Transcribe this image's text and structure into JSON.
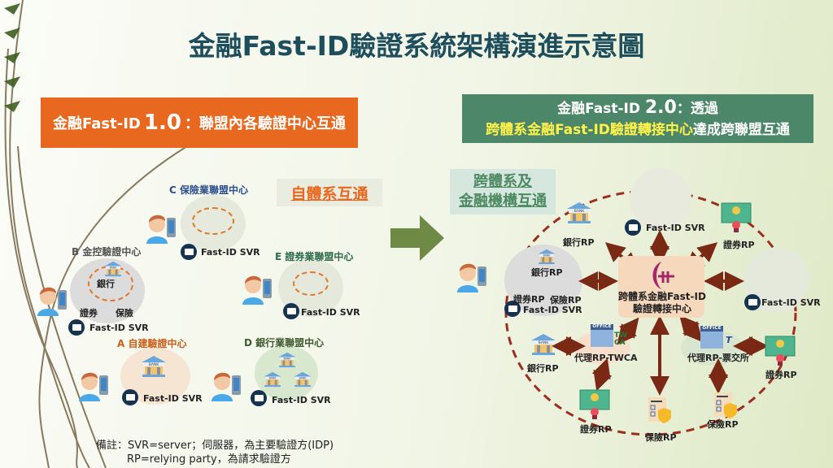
{
  "title": "金融Fast-ID驗證系統架構演進示意圖",
  "v1": {
    "prefix": "金融Fast-ID",
    "ver": "1.0",
    "suffix": "：聯盟內各驗證中心互通",
    "tag": "自體系互通",
    "centers": {
      "c": "C 保險業聯盟中心",
      "b": "B 金控驗證中心",
      "e": "E 證券業聯盟中心",
      "a": "A 自建驗證中心",
      "d": "D 銀行業聯盟中心"
    },
    "b_labels": {
      "bank": "銀行",
      "sec": "證券",
      "ins": "保險"
    },
    "svr": "Fast-ID SVR"
  },
  "v2": {
    "prefix": "金融Fast-ID",
    "ver": "2.0",
    "suffix": "：透過",
    "line2_hl": "跨體系金融Fast-ID驗證轉接中心",
    "line2_rest": "達成跨聯盟互通",
    "tag_line1": "跨體系及",
    "tag_line2": "金融機構互通",
    "hub_line1": "跨體系金融Fast-ID",
    "hub_line2": "驗證轉接中心",
    "svr": "Fast-ID SVR",
    "bank_rp": "銀行RP",
    "sec_rp": "證券RP",
    "ins_rp": "保險RP",
    "proxy_twca": "代理RP-TWCA",
    "proxy_tdcc": "代理RP-票交所",
    "twca_logo": "TW CA",
    "bank_sign": "BANK",
    "office_sign": "OFFICE"
  },
  "note": {
    "line1": "備註：SVR=server；伺服器，為主要驗證方(IDP)",
    "line2": "RP=relying party，為請求驗證方"
  },
  "colors": {
    "orange": "#e8681f",
    "green": "#4d876a",
    "ring": "#8b2a1a",
    "title": "#1e4d5c"
  }
}
